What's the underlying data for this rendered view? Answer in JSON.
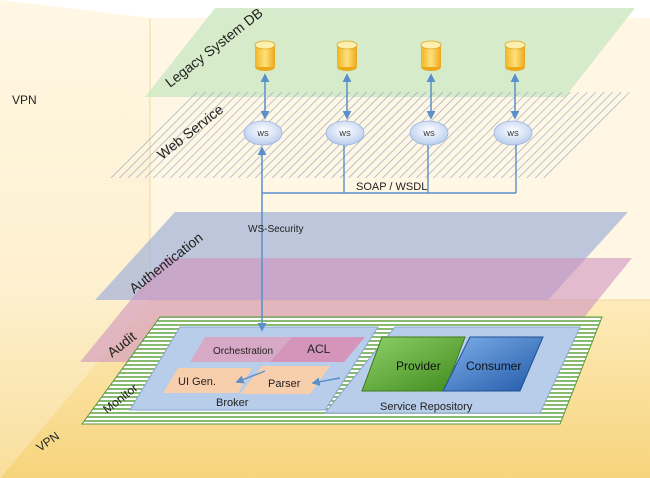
{
  "layers": {
    "vpn_top": "VPN",
    "vpn_bottom": "VPN",
    "legacy_db": "Legacy System DB",
    "web_service": "Web Service",
    "authentication": "Authentication",
    "audit": "Audit",
    "monitor": "Monitor"
  },
  "web_services": [
    {
      "label": "WS"
    },
    {
      "label": "WS"
    },
    {
      "label": "WS"
    },
    {
      "label": "WS"
    }
  ],
  "connectors": {
    "soap": "SOAP / WSDL",
    "ws_security": "WS-Security"
  },
  "broker": {
    "title": "Broker",
    "orchestration": "Orchestration",
    "acl": "ACL",
    "ui_gen": "UI Gen.",
    "parser": "Parser"
  },
  "repository": {
    "title": "Service Repository",
    "provider": "Provider",
    "consumer": "Consumer"
  },
  "colors": {
    "vpn": "#fbe3a6",
    "legacy": "#cfe9c4",
    "hatch": "#9fb3cf",
    "auth": "#aab8d6",
    "audit": "#d6a0c4",
    "monitor_stripe": "#6aa84f",
    "db": "#f5c842",
    "ws": "#c9d8f1",
    "arrow": "#5b8fc9",
    "provider": "#5aa02c",
    "consumer": "#2f6fba"
  }
}
